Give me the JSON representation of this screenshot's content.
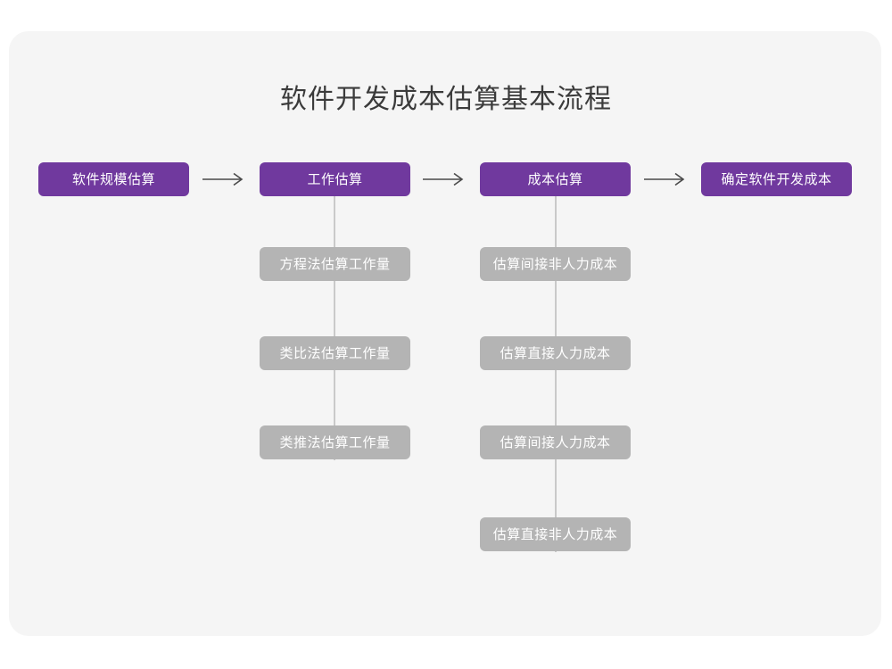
{
  "page": {
    "title": "软件开发成本估算基本流程",
    "background_color": "#ffffff",
    "panel_color": "#f5f5f5",
    "accent_color": "#70399e",
    "secondary_color": "#b4b4b4",
    "connector_color": "#c9c9c9",
    "title_color": "#3b3b3b"
  },
  "flow": {
    "arrow_glyph": "arrow-right-icon",
    "main_steps": [
      {
        "id": "step-1",
        "label": "软件规模估算"
      },
      {
        "id": "step-2",
        "label": "工作估算"
      },
      {
        "id": "step-3",
        "label": "成本估算"
      },
      {
        "id": "step-4",
        "label": "确定软件开发成本"
      }
    ],
    "arrows": [
      {
        "id": "arrow-1",
        "from": "step-1",
        "to": "step-2"
      },
      {
        "id": "arrow-2",
        "from": "step-2",
        "to": "step-3"
      },
      {
        "id": "arrow-3",
        "from": "step-3",
        "to": "step-4"
      }
    ],
    "branches": [
      {
        "parent": "step-2",
        "parent_label": "工作估算",
        "items": [
          {
            "label": "方程法估算工作量"
          },
          {
            "label": "类比法估算工作量"
          },
          {
            "label": "类推法估算工作量"
          }
        ]
      },
      {
        "parent": "step-3",
        "parent_label": "成本估算",
        "items": [
          {
            "label": "估算间接非人力成本"
          },
          {
            "label": "估算直接人力成本"
          },
          {
            "label": "估算间接人力成本"
          },
          {
            "label": "估算直接非人力成本"
          }
        ]
      }
    ]
  }
}
